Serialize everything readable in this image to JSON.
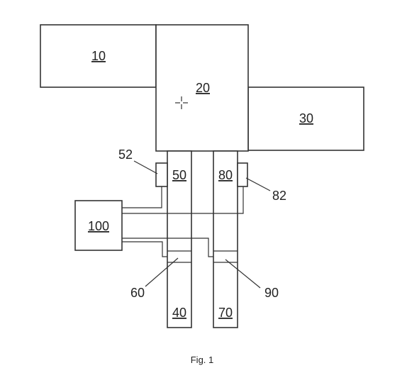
{
  "diagram": {
    "blocks": {
      "b10": "10",
      "b20": "20",
      "b30": "30",
      "b40": "40",
      "b50": "50",
      "b70": "70",
      "b80": "80",
      "b100": "100"
    },
    "callouts": {
      "c52": "52",
      "c82": "82",
      "c60": "60",
      "c90": "90"
    },
    "caption": "Fig. 1"
  }
}
